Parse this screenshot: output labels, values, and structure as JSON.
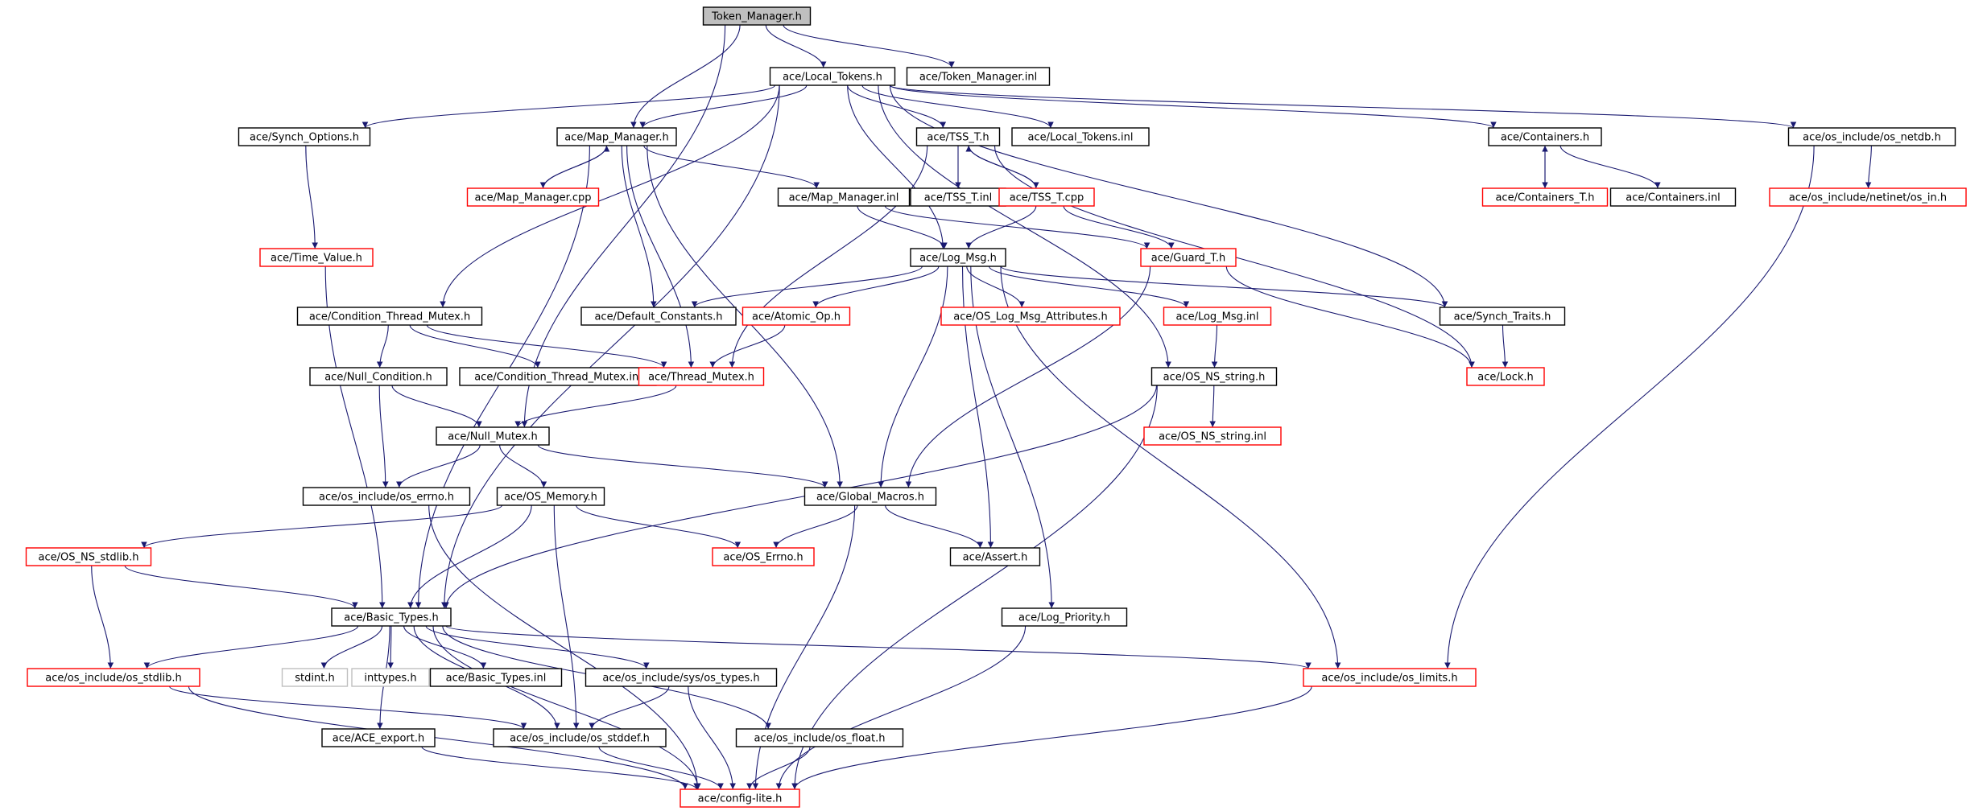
{
  "colors": {
    "edge": "#191970",
    "node_border": "#000000",
    "node_border_missing_docs": "#ff0000",
    "node_border_system": "#bfbfbf",
    "root_fill": "#bfbfbf"
  },
  "nodes": [
    {
      "id": "token_manager_h",
      "label": "Token_Manager.h",
      "style": "root"
    },
    {
      "id": "local_tokens_h",
      "label": "ace/Local_Tokens.h",
      "style": "normal"
    },
    {
      "id": "token_manager_inl",
      "label": "ace/Token_Manager.inl",
      "style": "normal"
    },
    {
      "id": "synch_options_h",
      "label": "ace/Synch_Options.h",
      "style": "normal"
    },
    {
      "id": "map_manager_h",
      "label": "ace/Map_Manager.h",
      "style": "normal"
    },
    {
      "id": "tss_t_h",
      "label": "ace/TSS_T.h",
      "style": "normal"
    },
    {
      "id": "local_tokens_inl",
      "label": "ace/Local_Tokens.inl",
      "style": "normal"
    },
    {
      "id": "containers_h",
      "label": "ace/Containers.h",
      "style": "normal"
    },
    {
      "id": "os_netdb_h",
      "label": "ace/os_include/os_netdb.h",
      "style": "normal"
    },
    {
      "id": "map_manager_cpp",
      "label": "ace/Map_Manager.cpp",
      "style": "red"
    },
    {
      "id": "map_manager_inl",
      "label": "ace/Map_Manager.inl",
      "style": "normal"
    },
    {
      "id": "tss_t_inl",
      "label": "ace/TSS_T.inl",
      "style": "normal"
    },
    {
      "id": "tss_t_cpp",
      "label": "ace/TSS_T.cpp",
      "style": "red"
    },
    {
      "id": "containers_t_h",
      "label": "ace/Containers_T.h",
      "style": "red"
    },
    {
      "id": "containers_inl",
      "label": "ace/Containers.inl",
      "style": "normal"
    },
    {
      "id": "os_in_h",
      "label": "ace/os_include/netinet/os_in.h",
      "style": "red"
    },
    {
      "id": "time_value_h",
      "label": "ace/Time_Value.h",
      "style": "red"
    },
    {
      "id": "log_msg_h",
      "label": "ace/Log_Msg.h",
      "style": "normal"
    },
    {
      "id": "guard_t_h",
      "label": "ace/Guard_T.h",
      "style": "red"
    },
    {
      "id": "condition_thread_mutex_h",
      "label": "ace/Condition_Thread_Mutex.h",
      "style": "normal"
    },
    {
      "id": "default_constants_h",
      "label": "ace/Default_Constants.h",
      "style": "normal"
    },
    {
      "id": "atomic_op_h",
      "label": "ace/Atomic_Op.h",
      "style": "red"
    },
    {
      "id": "os_log_msg_attributes_h",
      "label": "ace/OS_Log_Msg_Attributes.h",
      "style": "red"
    },
    {
      "id": "log_msg_inl",
      "label": "ace/Log_Msg.inl",
      "style": "red"
    },
    {
      "id": "synch_traits_h",
      "label": "ace/Synch_Traits.h",
      "style": "normal"
    },
    {
      "id": "null_condition_h",
      "label": "ace/Null_Condition.h",
      "style": "normal"
    },
    {
      "id": "condition_thread_mutex_inl",
      "label": "ace/Condition_Thread_Mutex.inl",
      "style": "normal"
    },
    {
      "id": "thread_mutex_h",
      "label": "ace/Thread_Mutex.h",
      "style": "red"
    },
    {
      "id": "os_ns_string_h",
      "label": "ace/OS_NS_string.h",
      "style": "normal"
    },
    {
      "id": "lock_h",
      "label": "ace/Lock.h",
      "style": "red"
    },
    {
      "id": "null_mutex_h",
      "label": "ace/Null_Mutex.h",
      "style": "normal"
    },
    {
      "id": "os_ns_string_inl",
      "label": "ace/OS_NS_string.inl",
      "style": "red"
    },
    {
      "id": "os_errno_h",
      "label": "ace/os_include/os_errno.h",
      "style": "normal"
    },
    {
      "id": "os_memory_h",
      "label": "ace/OS_Memory.h",
      "style": "normal"
    },
    {
      "id": "global_macros_h",
      "label": "ace/Global_Macros.h",
      "style": "normal"
    },
    {
      "id": "os_ns_stdlib_h",
      "label": "ace/OS_NS_stdlib.h",
      "style": "red"
    },
    {
      "id": "os_errno_cap_h",
      "label": "ace/OS_Errno.h",
      "style": "red"
    },
    {
      "id": "assert_h",
      "label": "ace/Assert.h",
      "style": "normal"
    },
    {
      "id": "basic_types_h",
      "label": "ace/Basic_Types.h",
      "style": "normal"
    },
    {
      "id": "log_priority_h",
      "label": "ace/Log_Priority.h",
      "style": "normal"
    },
    {
      "id": "os_stdlib_h",
      "label": "ace/os_include/os_stdlib.h",
      "style": "red"
    },
    {
      "id": "stdint_h",
      "label": "stdint.h",
      "style": "gray"
    },
    {
      "id": "inttypes_h",
      "label": "inttypes.h",
      "style": "gray"
    },
    {
      "id": "basic_types_inl",
      "label": "ace/Basic_Types.inl",
      "style": "normal"
    },
    {
      "id": "os_types_h",
      "label": "ace/os_include/sys/os_types.h",
      "style": "normal"
    },
    {
      "id": "os_limits_h",
      "label": "ace/os_include/os_limits.h",
      "style": "red"
    },
    {
      "id": "ace_export_h",
      "label": "ace/ACE_export.h",
      "style": "normal"
    },
    {
      "id": "os_stddef_h",
      "label": "ace/os_include/os_stddef.h",
      "style": "normal"
    },
    {
      "id": "os_float_h",
      "label": "ace/os_include/os_float.h",
      "style": "normal"
    },
    {
      "id": "config_lite_h",
      "label": "ace/config-lite.h",
      "style": "red"
    }
  ],
  "edges": [
    [
      "token_manager_h",
      "local_tokens_h"
    ],
    [
      "token_manager_h",
      "token_manager_inl"
    ],
    [
      "token_manager_h",
      "map_manager_h"
    ],
    [
      "token_manager_h",
      "null_mutex_h"
    ],
    [
      "local_tokens_h",
      "synch_options_h"
    ],
    [
      "local_tokens_h",
      "map_manager_h"
    ],
    [
      "local_tokens_h",
      "tss_t_h"
    ],
    [
      "local_tokens_h",
      "local_tokens_inl"
    ],
    [
      "local_tokens_h",
      "containers_h"
    ],
    [
      "local_tokens_h",
      "os_netdb_h"
    ],
    [
      "local_tokens_h",
      "condition_thread_mutex_h"
    ],
    [
      "local_tokens_h",
      "log_msg_h"
    ],
    [
      "local_tokens_h",
      "os_ns_string_h"
    ],
    [
      "local_tokens_h",
      "synch_traits_h"
    ],
    [
      "local_tokens_h",
      "basic_types_h"
    ],
    [
      "synch_options_h",
      "time_value_h"
    ],
    [
      "map_manager_h",
      "map_manager_cpp"
    ],
    [
      "map_manager_h",
      "map_manager_inl"
    ],
    [
      "map_manager_h",
      "default_constants_h"
    ],
    [
      "map_manager_h",
      "global_macros_h"
    ],
    [
      "map_manager_h",
      "thread_mutex_h"
    ],
    [
      "map_manager_h",
      "basic_types_h"
    ],
    [
      "map_manager_cpp",
      "map_manager_h"
    ],
    [
      "tss_t_h",
      "tss_t_inl"
    ],
    [
      "tss_t_h",
      "tss_t_cpp"
    ],
    [
      "tss_t_h",
      "lock_h"
    ],
    [
      "tss_t_h",
      "thread_mutex_h"
    ],
    [
      "tss_t_cpp",
      "tss_t_h"
    ],
    [
      "tss_t_cpp",
      "log_msg_h"
    ],
    [
      "tss_t_cpp",
      "guard_t_h"
    ],
    [
      "containers_h",
      "containers_t_h"
    ],
    [
      "containers_h",
      "containers_inl"
    ],
    [
      "containers_t_h",
      "containers_h"
    ],
    [
      "os_netdb_h",
      "os_in_h"
    ],
    [
      "os_netdb_h",
      "os_limits_h"
    ],
    [
      "time_value_h",
      "basic_types_h"
    ],
    [
      "map_manager_inl",
      "log_msg_h"
    ],
    [
      "map_manager_inl",
      "guard_t_h"
    ],
    [
      "log_msg_h",
      "default_constants_h"
    ],
    [
      "log_msg_h",
      "atomic_op_h"
    ],
    [
      "log_msg_h",
      "os_log_msg_attributes_h"
    ],
    [
      "log_msg_h",
      "log_msg_inl"
    ],
    [
      "log_msg_h",
      "synch_traits_h"
    ],
    [
      "log_msg_h",
      "global_macros_h"
    ],
    [
      "log_msg_h",
      "assert_h"
    ],
    [
      "log_msg_h",
      "log_priority_h"
    ],
    [
      "log_msg_h",
      "os_limits_h"
    ],
    [
      "guard_t_h",
      "lock_h"
    ],
    [
      "guard_t_h",
      "global_macros_h"
    ],
    [
      "condition_thread_mutex_h",
      "null_condition_h"
    ],
    [
      "condition_thread_mutex_h",
      "condition_thread_mutex_inl"
    ],
    [
      "condition_thread_mutex_h",
      "thread_mutex_h"
    ],
    [
      "atomic_op_h",
      "thread_mutex_h"
    ],
    [
      "log_msg_inl",
      "os_ns_string_h"
    ],
    [
      "synch_traits_h",
      "lock_h"
    ],
    [
      "null_condition_h",
      "null_mutex_h"
    ],
    [
      "null_condition_h",
      "os_errno_h"
    ],
    [
      "thread_mutex_h",
      "null_mutex_h"
    ],
    [
      "os_ns_string_h",
      "os_ns_string_inl"
    ],
    [
      "os_ns_string_h",
      "basic_types_h"
    ],
    [
      "os_ns_string_h",
      "config_lite_h"
    ],
    [
      "null_mutex_h",
      "os_errno_h"
    ],
    [
      "null_mutex_h",
      "os_memory_h"
    ],
    [
      "null_mutex_h",
      "global_macros_h"
    ],
    [
      "os_errno_h",
      "config_lite_h"
    ],
    [
      "os_memory_h",
      "os_ns_stdlib_h"
    ],
    [
      "os_memory_h",
      "basic_types_h"
    ],
    [
      "os_memory_h",
      "os_errno_cap_h"
    ],
    [
      "os_memory_h",
      "os_stddef_h"
    ],
    [
      "global_macros_h",
      "os_errno_cap_h"
    ],
    [
      "global_macros_h",
      "assert_h"
    ],
    [
      "global_macros_h",
      "config_lite_h"
    ],
    [
      "os_ns_stdlib_h",
      "basic_types_h"
    ],
    [
      "os_ns_stdlib_h",
      "os_stdlib_h"
    ],
    [
      "basic_types_h",
      "os_stdlib_h"
    ],
    [
      "basic_types_h",
      "stdint_h"
    ],
    [
      "basic_types_h",
      "inttypes_h"
    ],
    [
      "basic_types_h",
      "basic_types_inl"
    ],
    [
      "basic_types_h",
      "os_types_h"
    ],
    [
      "basic_types_h",
      "os_limits_h"
    ],
    [
      "basic_types_h",
      "ace_export_h"
    ],
    [
      "basic_types_h",
      "os_stddef_h"
    ],
    [
      "basic_types_h",
      "os_float_h"
    ],
    [
      "basic_types_h",
      "config_lite_h"
    ],
    [
      "log_priority_h",
      "config_lite_h"
    ],
    [
      "os_stdlib_h",
      "os_stddef_h"
    ],
    [
      "os_stdlib_h",
      "config_lite_h"
    ],
    [
      "os_types_h",
      "os_stddef_h"
    ],
    [
      "os_types_h",
      "config_lite_h"
    ],
    [
      "os_limits_h",
      "config_lite_h"
    ],
    [
      "ace_export_h",
      "config_lite_h"
    ],
    [
      "os_stddef_h",
      "config_lite_h"
    ],
    [
      "os_float_h",
      "config_lite_h"
    ]
  ]
}
